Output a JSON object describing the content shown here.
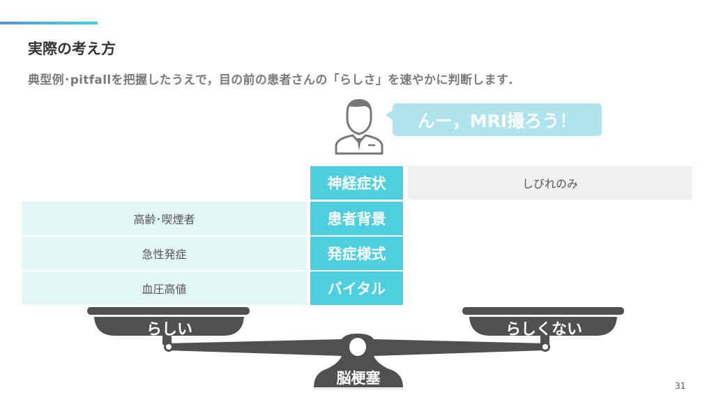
{
  "header": {
    "title": "実際の考え方",
    "subtitle": "典型例･pitfallを把握したうえで，目の前の患者さんの「らしさ」を速やかに判断します．"
  },
  "speech": {
    "text": "んー，MRI撮ろう！",
    "icon": "doctor-icon"
  },
  "table": {
    "rows": [
      {
        "category": "神経症状",
        "likely": "",
        "unlikely": "しびれのみ"
      },
      {
        "category": "患者背景",
        "likely": "高齢･喫煙者",
        "unlikely": ""
      },
      {
        "category": "発症様式",
        "likely": "急性発症",
        "unlikely": ""
      },
      {
        "category": "バイタル",
        "likely": "血圧高値",
        "unlikely": ""
      }
    ]
  },
  "scale": {
    "left_label": "らしい",
    "right_label": "らしくない",
    "base_label": "脳梗塞"
  },
  "page_number": "31",
  "colors": {
    "accent": "#4dcfdf",
    "bubble": "#ade4ee",
    "scale": "#505050"
  }
}
